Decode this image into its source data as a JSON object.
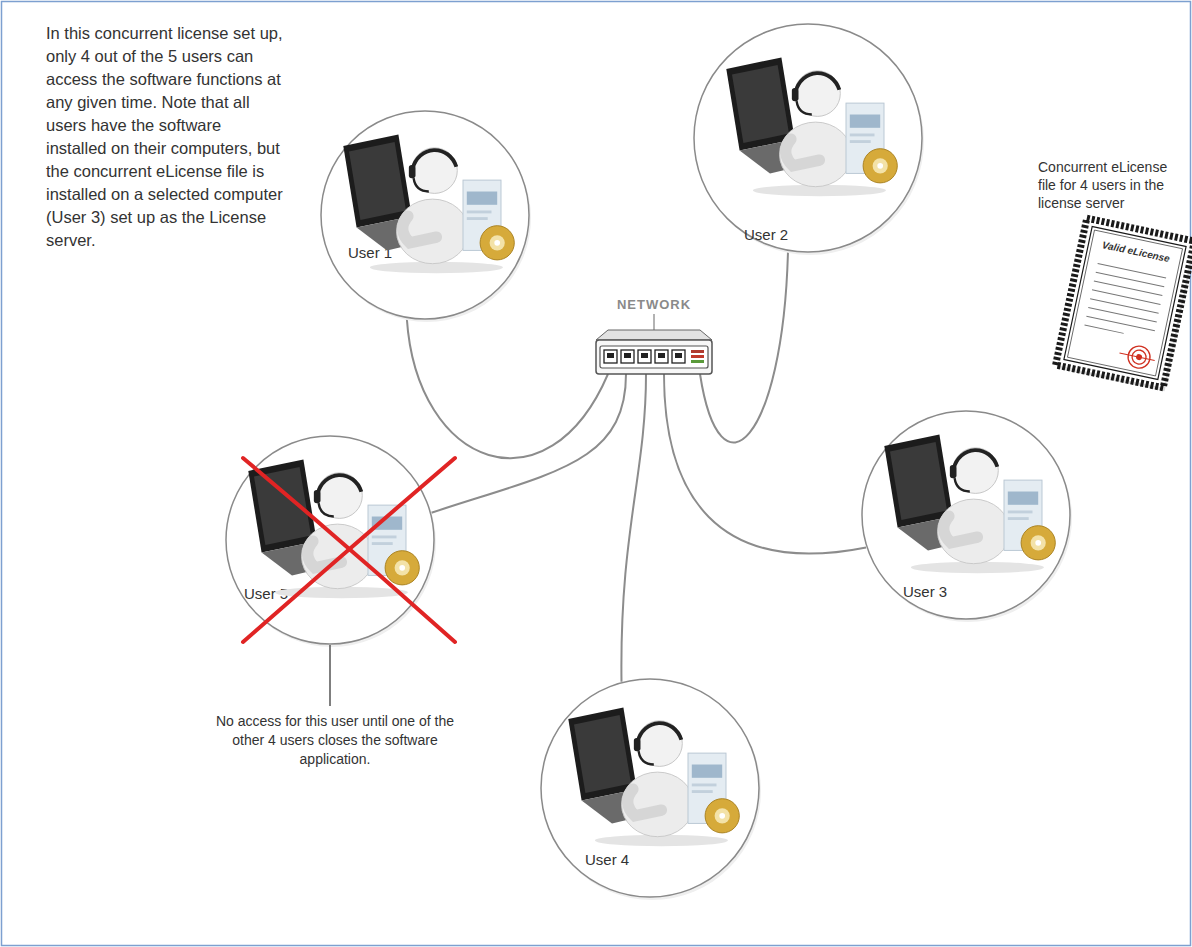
{
  "diagram": {
    "nodes": [
      {
        "text": [
          "User 1"
        ]
      },
      {
        "text": [
          "User 2"
        ]
      },
      {
        "text": [
          "NETWORK"
        ]
      },
      {
        "text": [
          "Concurrent eLicense file for 4 users in the license server",
          "Valid eLicense"
        ]
      },
      {
        "text": [
          "User 3"
        ]
      },
      {
        "text": [
          "User 5"
        ]
      },
      {
        "text": [
          "User 4"
        ]
      }
    ],
    "edges": [
      {
        "from": 0,
        "to": 2,
        "arrow": "none"
      },
      {
        "from": 1,
        "to": 2,
        "arrow": "none"
      },
      {
        "from": 4,
        "to": 2,
        "arrow": "none"
      },
      {
        "from": 5,
        "to": 2,
        "arrow": "none"
      },
      {
        "from": 6,
        "to": 2,
        "arrow": "none"
      }
    ],
    "labels": [
      "In this concurrent license set up, only 4 out of the 5 users can access the software functions at any given time. Note that all users have the software installed on their computers, but the concurrent eLicense file is installed on a selected computer (User 3) set up as the License server.",
      "No access for this user until one of the other 4 users closes the software application."
    ]
  }
}
